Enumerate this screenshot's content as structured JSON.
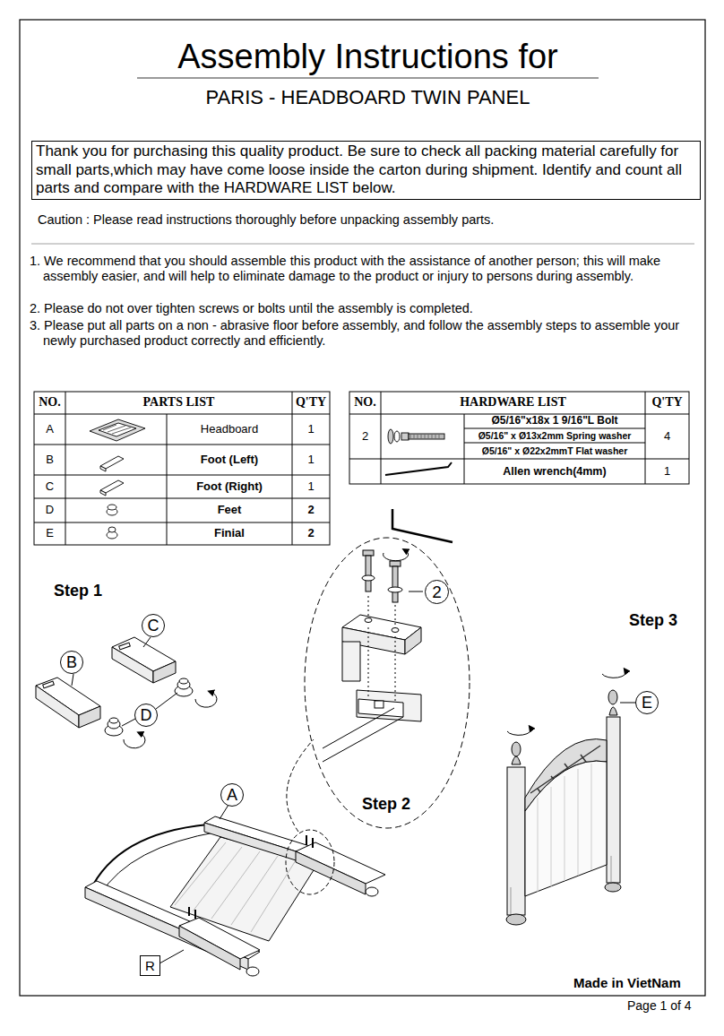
{
  "diagram": {
    "title": "Assembly Instructions for",
    "nodes": [
      {
        "text": [
          "Thank you for purchasing this quality product. Be sure to check all packing material carefully for small parts,which may have come loose inside the carton during shipment. Identify and count all parts and compare with the HARDWARE LIST below."
        ]
      },
      {
        "text": [
          "2"
        ]
      },
      {
        "text": [
          "C"
        ]
      },
      {
        "text": [
          "B"
        ]
      },
      {
        "text": [
          "E"
        ]
      },
      {
        "text": [
          "D"
        ]
      },
      {
        "text": [
          "A"
        ]
      },
      {
        "text": [
          "R"
        ]
      }
    ],
    "labels": [
      "PARIS - HEADBOARD TWIN PANEL",
      "Caution : Please read instructions thoroughly before unpacking assembly parts.",
      "1. We recommend that you should assemble this product with the assistance of another person; this will make assembly easier, and will help to eliminate damage to the product or injury to persons during assembly.",
      "2. Please do not over tighten screws or bolts until the assembly is completed.",
      "3. Please put all parts on a non - abrasive floor before assembly, and follow the assembly steps to assemble your newly purchased product correctly and efficiently.",
      "NO.",
      "PARTS LIST",
      "Q'TY",
      "A",
      "Headboard",
      "1",
      "B",
      "Foot (Left)",
      "1",
      "C",
      "Foot (Right)",
      "1",
      "D",
      "Feet",
      "2",
      "E",
      "Finial",
      "2",
      "NO.",
      "HARDWARE LIST",
      "Q'TY",
      "Ø5/16\"x18x 1 9/16\"L Bolt",
      "Ø5/16\" x Ø13x2mm Spring washer",
      "Ø5/16\" x Ø22x2mmT Flat washer",
      "4",
      "2",
      "Allen wrench(4mm)",
      "1",
      "Step 1",
      "Step 2",
      "Step 3",
      "Made in VietNam",
      "Page 1 of 4"
    ]
  }
}
